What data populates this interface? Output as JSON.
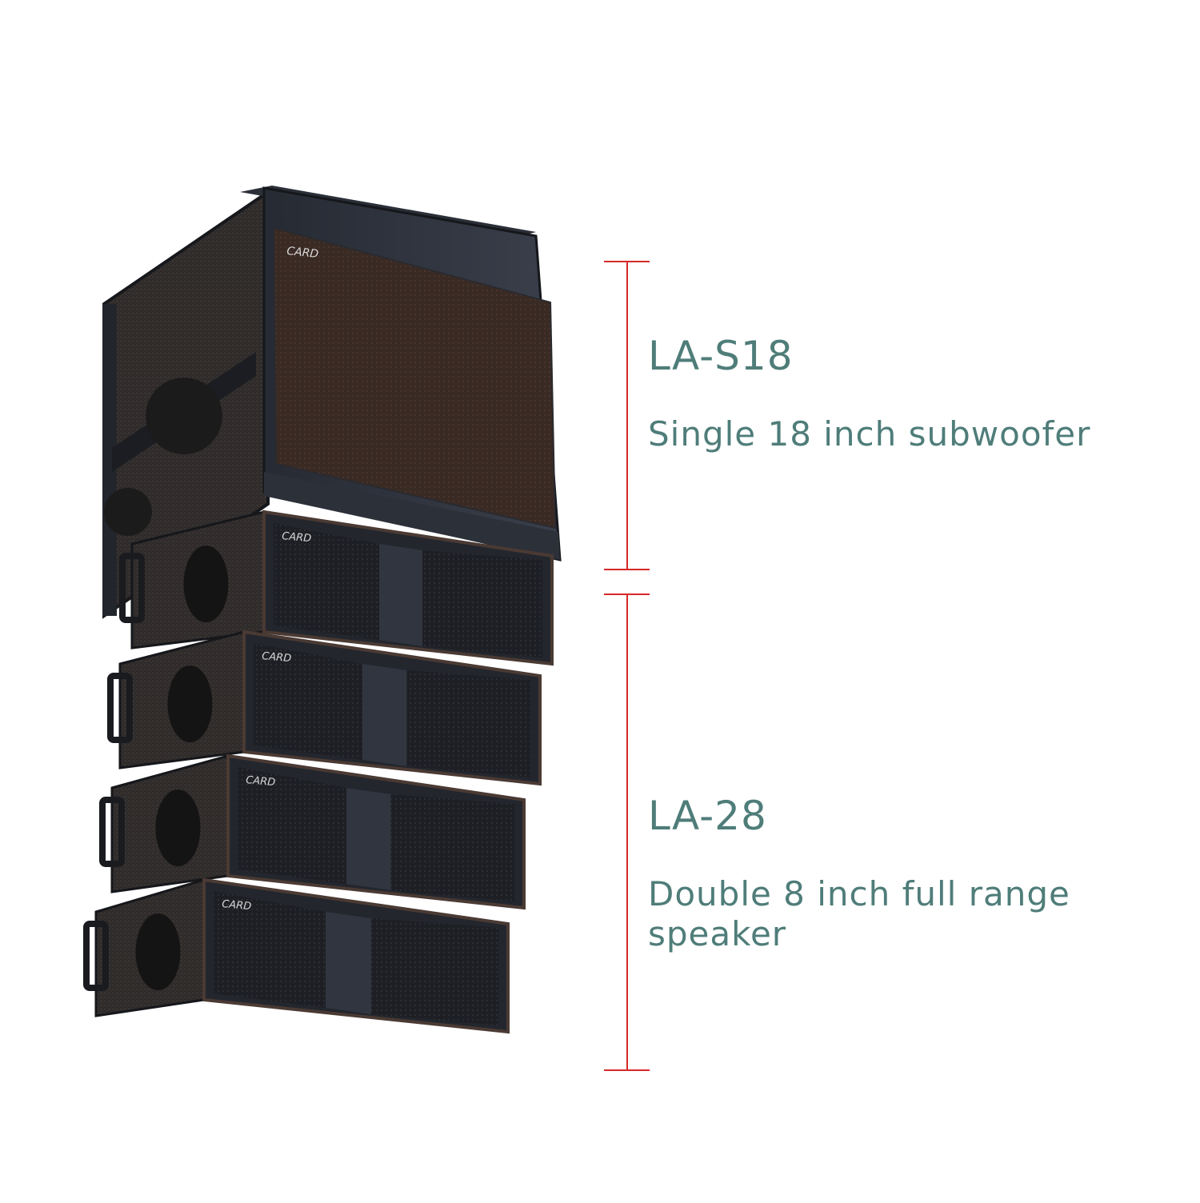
{
  "colors": {
    "text_accent": "#4f7d79",
    "bracket": "#d62828",
    "background": "#ffffff"
  },
  "products": [
    {
      "model": "LA-S18",
      "description": "Single 18 inch subwoofer"
    },
    {
      "model": "LA-28",
      "description": "Double 8 inch full range speaker"
    }
  ],
  "brand_logo_text": "CARD"
}
